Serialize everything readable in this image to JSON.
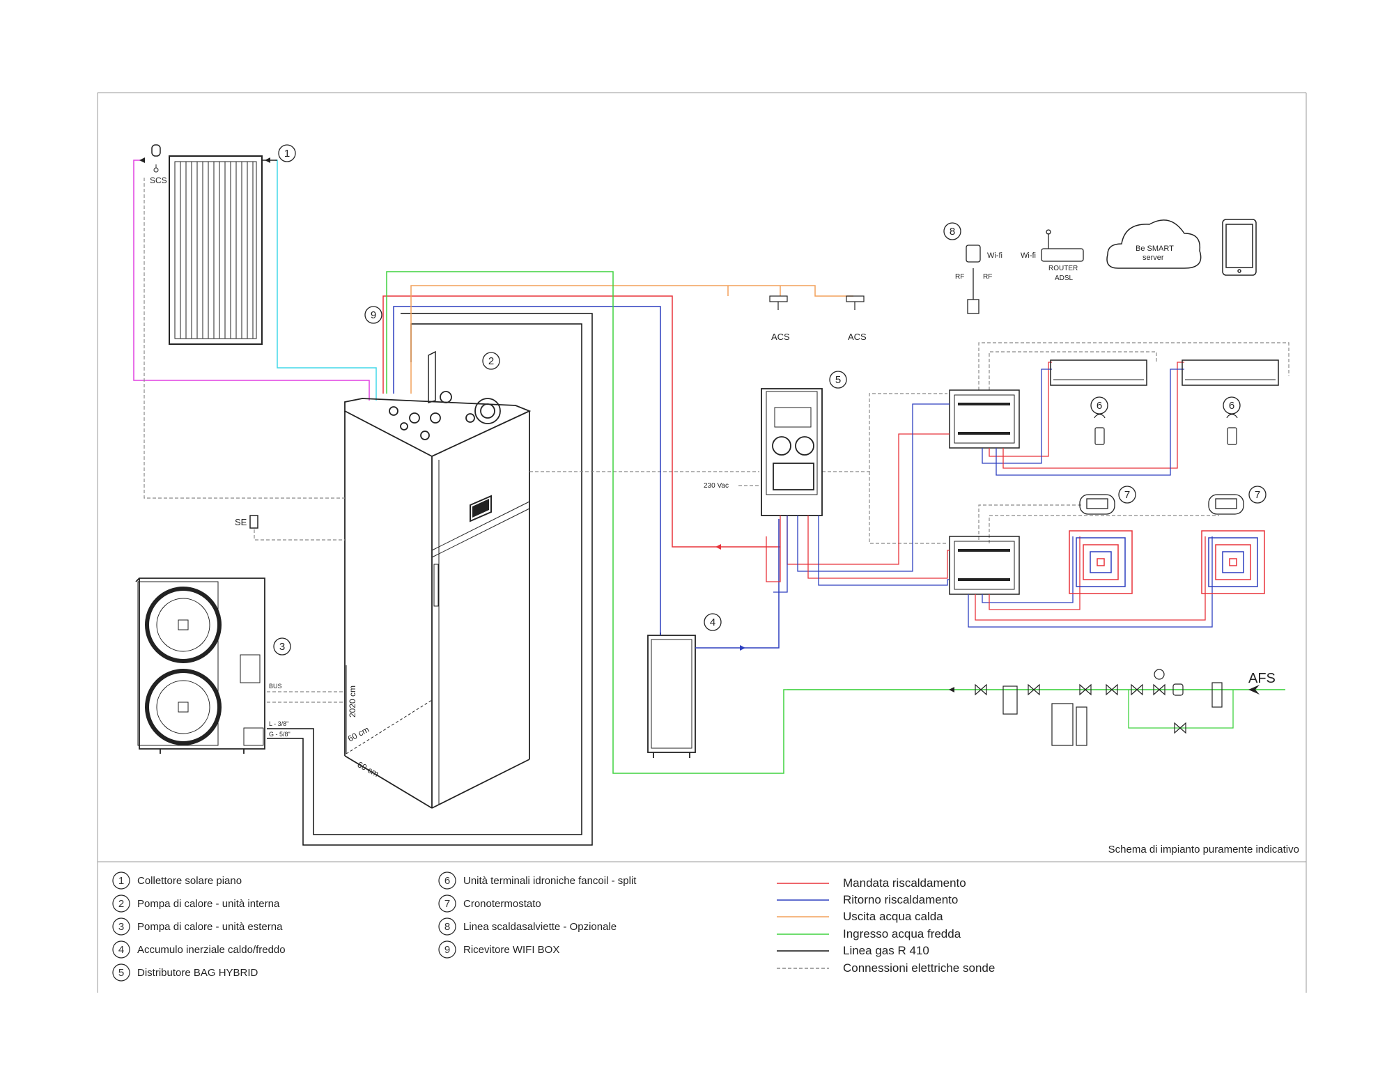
{
  "note": "Schema di impianto puramente indicativo",
  "callouts": [
    "1",
    "2",
    "3",
    "4",
    "5",
    "6",
    "7",
    "8",
    "9"
  ],
  "components": [
    {
      "num": "1",
      "label": "Collettore solare piano"
    },
    {
      "num": "2",
      "label": "Pompa di calore - unità interna"
    },
    {
      "num": "3",
      "label": "Pompa di calore - unità esterna"
    },
    {
      "num": "4",
      "label": "Accumulo inerziale caldo/freddo"
    },
    {
      "num": "5",
      "label": "Distributore BAG HYBRID"
    },
    {
      "num": "6",
      "label": "Unità terminali idroniche fancoil - split"
    },
    {
      "num": "7",
      "label": "Cronotermostato"
    },
    {
      "num": "8",
      "label": "Linea scaldasalviette - Opzionale"
    },
    {
      "num": "9",
      "label": "Ricevitore WIFI BOX"
    }
  ],
  "lines": [
    {
      "label": "Mandata riscaldamento",
      "color": "#e8333a",
      "style": "solid"
    },
    {
      "label": "Ritorno riscaldamento",
      "color": "#2d3fbf",
      "style": "solid"
    },
    {
      "label": "Uscita acqua calda",
      "color": "#f2a05a",
      "style": "solid"
    },
    {
      "label": "Ingresso acqua fredda",
      "color": "#3fd23f",
      "style": "solid"
    },
    {
      "label": "Linea gas R 410",
      "color": "#111111",
      "style": "solid"
    },
    {
      "label": "Connessioni elettriche sonde",
      "color": "#888888",
      "style": "dashed"
    }
  ],
  "labels": {
    "scs": "SCS",
    "se": "SE",
    "acs": "ACS",
    "afs": "AFS",
    "wifi": "Wi-fi",
    "rf": "RF",
    "router": "ROUTER",
    "adsl": "ADSL",
    "server_line1": "Be SMART",
    "server_line2": "server",
    "bus": "BUS",
    "gas_l": "L - 3/8\"",
    "gas_g": "G - 5/8\"",
    "power": "230 Vac",
    "height": "2020 cm",
    "width": "60 cm",
    "depth": "60 cm"
  },
  "colors": {
    "supply": "#e8333a",
    "return": "#2d3fbf",
    "hot_water": "#f2a05a",
    "cold_water": "#3fd23f",
    "gas": "#111111",
    "electric": "#888888",
    "solar_loop": "#e040e0",
    "solar_return": "#40d8e8"
  }
}
